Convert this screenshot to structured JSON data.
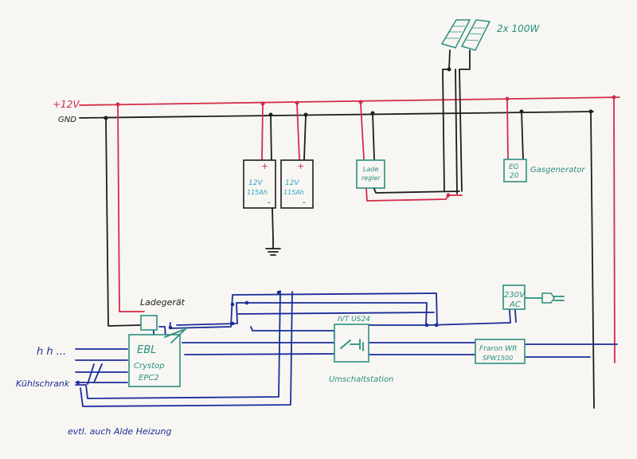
{
  "rails": {
    "plus12v": "+12V",
    "gnd": "GND"
  },
  "solar": {
    "label": "2x 100W"
  },
  "batteries": [
    {
      "line1": "12V",
      "line2": "115Ah",
      "plus": "+",
      "minus": "-"
    },
    {
      "line1": "12V",
      "line2": "115Ah",
      "plus": "+",
      "minus": "-"
    }
  ],
  "laderegler": {
    "line1": "Lade",
    "line2": "regler"
  },
  "eg20": {
    "line1": "EG",
    "line2": "20",
    "caption": "Gasgenerator"
  },
  "ladegeraet": {
    "title": "Ladegerät"
  },
  "ebl": {
    "line1": "EBL",
    "line2": "Crystop",
    "line3": "EPC2"
  },
  "ivt": {
    "title": "IVT US24",
    "caption": "Umschaltstation"
  },
  "ac230": {
    "line1": "230V",
    "line2": "AC"
  },
  "inverter": {
    "line1": "Fraron WR",
    "line2": "SPW1500"
  },
  "consumers": {
    "lights_label": "ℎ ℎ ...",
    "fridge_label": "Kühlschrank"
  },
  "note": "evtl. auch Alde Heizung",
  "colors": {
    "red_wire": "#d42a4a",
    "gnd_wire": "#1d1d1d",
    "dc_wire": "#1c2c9a",
    "device": "#2b8f80"
  }
}
